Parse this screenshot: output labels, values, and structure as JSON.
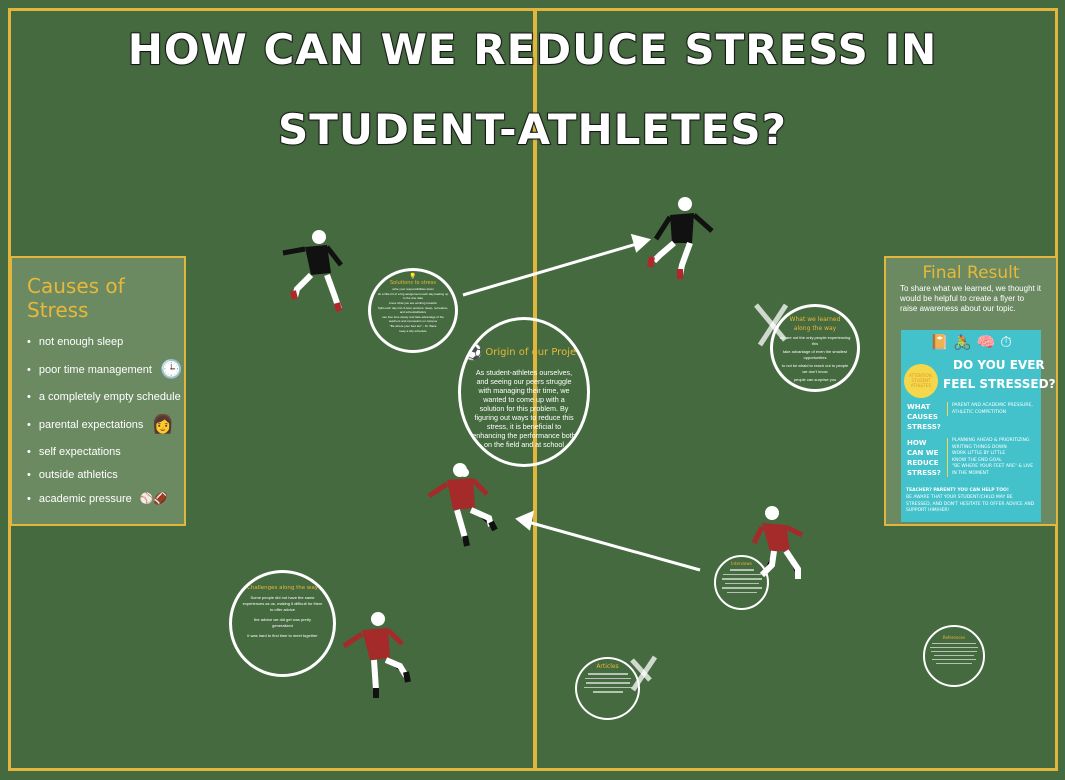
{
  "title": {
    "line1": "HOW CAN WE REDUCE STRESS IN",
    "line2": "STUDENT-ATHLETES?"
  },
  "causes": {
    "heading": "Causes of Stress",
    "items": [
      "not enough sleep",
      "poor time management",
      "a completely empty schedule",
      "parental expectations",
      "self expectations",
      "outside athletics",
      "academic pressure"
    ]
  },
  "origin": {
    "heading": "Origin of our Project",
    "body": "As student-athletes ourselves, and seeing our peers struggle with managing their time, we wanted to come up with a solution for this problem. By figuring out ways to reduce this stress, it is beneficial to enhancing the performance both on the field and at school"
  },
  "solutions": {
    "heading": "Solutions to stress",
    "items": [
      "write your responsibilities down",
      "do a little bit of a big assignment each day leading up to the due date",
      "know what you are working towards",
      "Split each day into 3-hour portions: sleep, recreation, and school/athletics",
      "use free time wisely and take advantage of the teachers and counselors on campus",
      "\"Be where your feet are\" - Dr. Baca",
      "keep a tidy schedule"
    ]
  },
  "learned": {
    "heading": "What we learned along the way",
    "items": [
      "we are not the only people experiencing this",
      "take advantage of even the smallest opportunities",
      "to not be afraid to reach out to people we don't know",
      "people can surprise you"
    ]
  },
  "challenges": {
    "heading": "Challenges along the way",
    "items": [
      "Some people did not have the same experiences as us, making it difficult for them to offer advice",
      "the advice we did get was pretty generalized",
      "it was hard to find time to meet together"
    ]
  },
  "interviews": {
    "heading": "Interviews"
  },
  "articles": {
    "heading": "Articles"
  },
  "references": {
    "heading": "References"
  },
  "final": {
    "heading": "Final Result",
    "body": "To share what we learned, we thought it would be helpful to create a flyer to raise awareness about our topic.",
    "flyer": {
      "badge": "ATTENTION, STUDENT ATHLETES",
      "headline1": "DO YOU EVER",
      "headline2": "FEEL STRESSED?",
      "q1": "WHAT CAUSES STRESS?",
      "a1": "PARENT AND ACADEMIC PRESSURE, ATHLETIC COMPETITION",
      "q2": "HOW CAN WE REDUCE STRESS?",
      "a2": [
        "PLANNING AHEAD & PRIORITIZING",
        "WRITING THINGS DOWN",
        "WORK LITTLE BY LITTLE",
        "KNOW THE END GOAL",
        "\"BE WHERE YOUR FEET ARE\" & LIVE IN THE MOMENT"
      ],
      "footer_head": "TEACHER? PARENT? YOU CAN HELP TOO!",
      "footer": "BE AWARE THAT YOUR STUDENT/CHILD MAY BE STRESSED, AND DON'T HESITATE TO OFFER ADVICE AND SUPPORT HIM/HER!"
    }
  },
  "colors": {
    "field": "#456a3f",
    "lines": "#e2b53c",
    "panel": "#6b8a62",
    "accent": "#e8b83a",
    "flyer": "#44c2cc"
  }
}
